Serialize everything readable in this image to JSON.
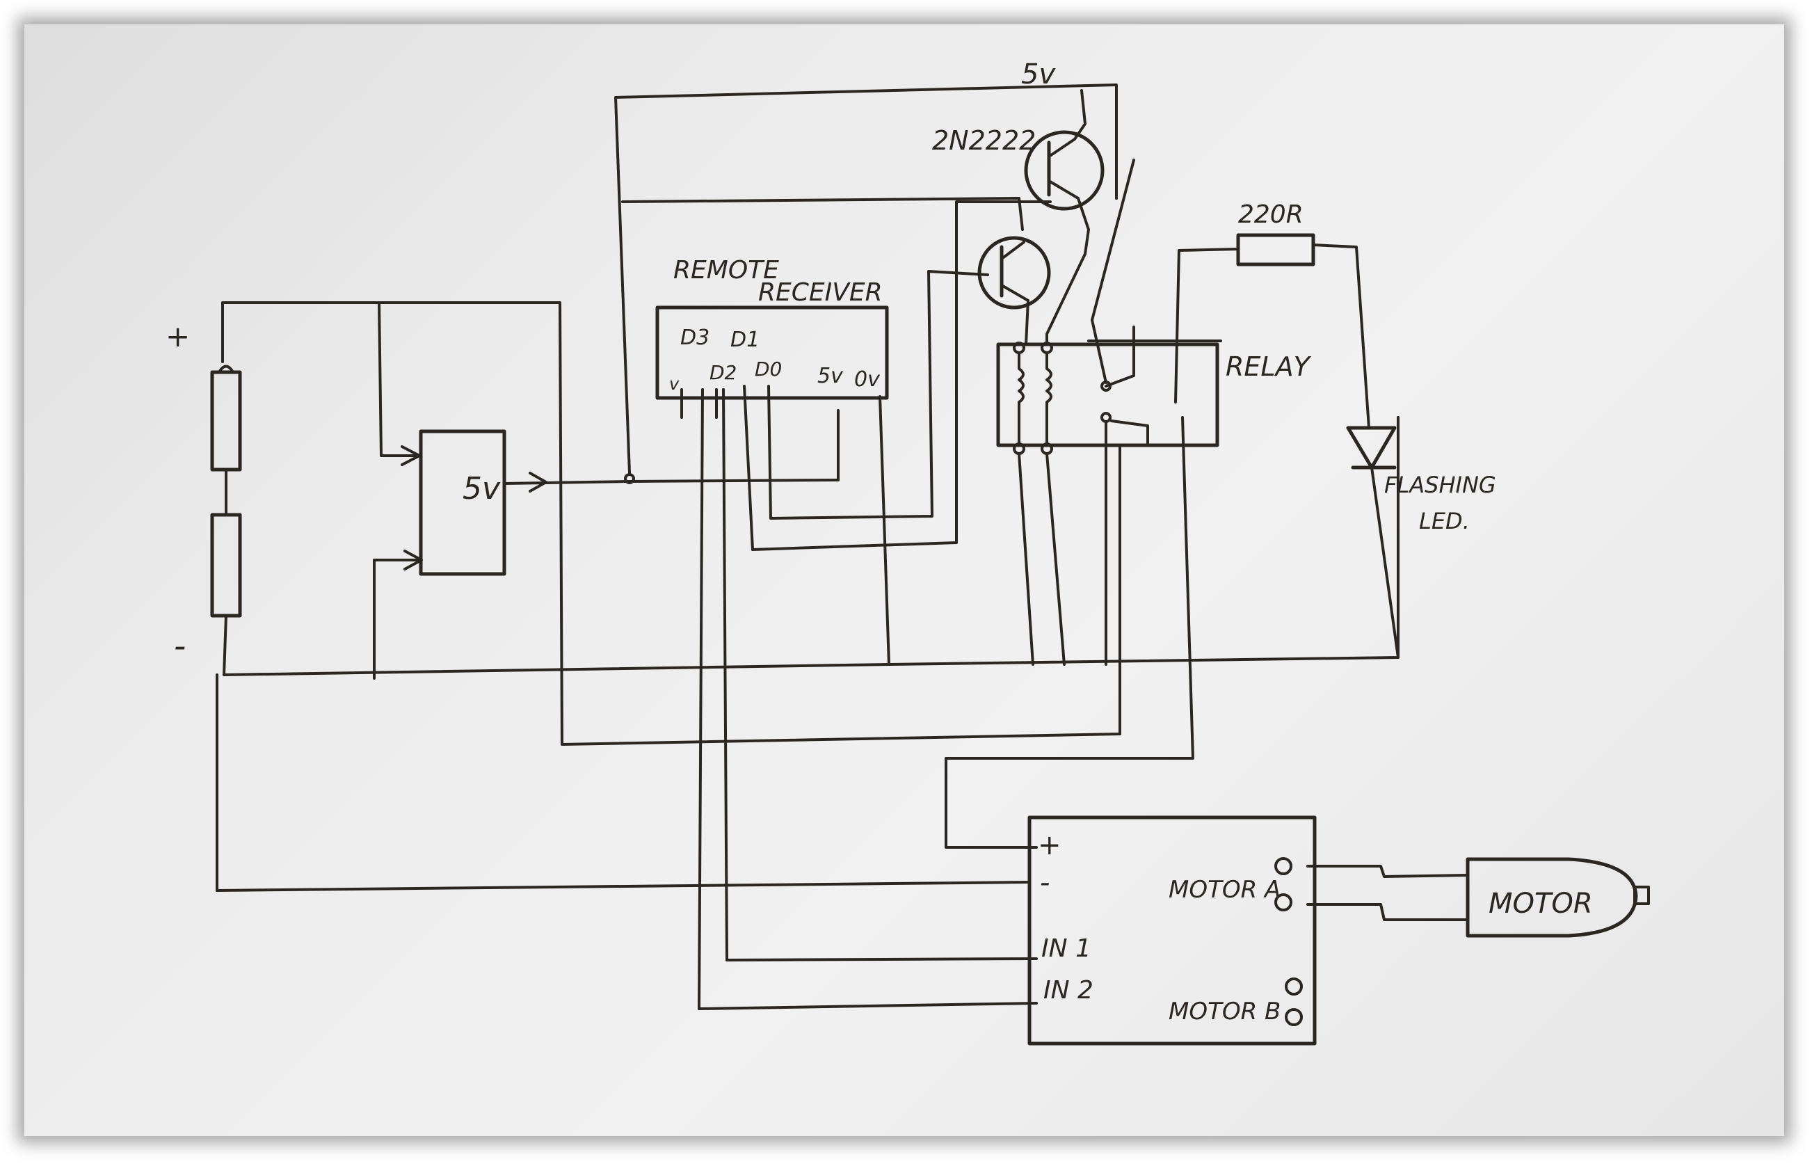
{
  "labels": {
    "plus": "+",
    "minus": "-",
    "reg_5v": "5v",
    "top_5v": "5v",
    "transistor": "2N2222",
    "remote_line1": "REMOTE",
    "remote_line2": "RECEIVER",
    "pin_d3": "D3",
    "pin_d1": "D1",
    "pin_v": "v",
    "pin_d2": "D2",
    "pin_d0": "D0",
    "pin_5v": "5v",
    "pin_0v": "0v",
    "relay": "RELAY",
    "resistor": "220R",
    "led_line1": "FLASHING",
    "led_line2": "LED.",
    "drv_plus": "+",
    "drv_minus": "-",
    "drv_motora": "MOTOR A",
    "drv_in1": "IN 1",
    "drv_in2": "IN 2",
    "drv_motorb": "MOTOR B",
    "motor": "MOTOR"
  }
}
